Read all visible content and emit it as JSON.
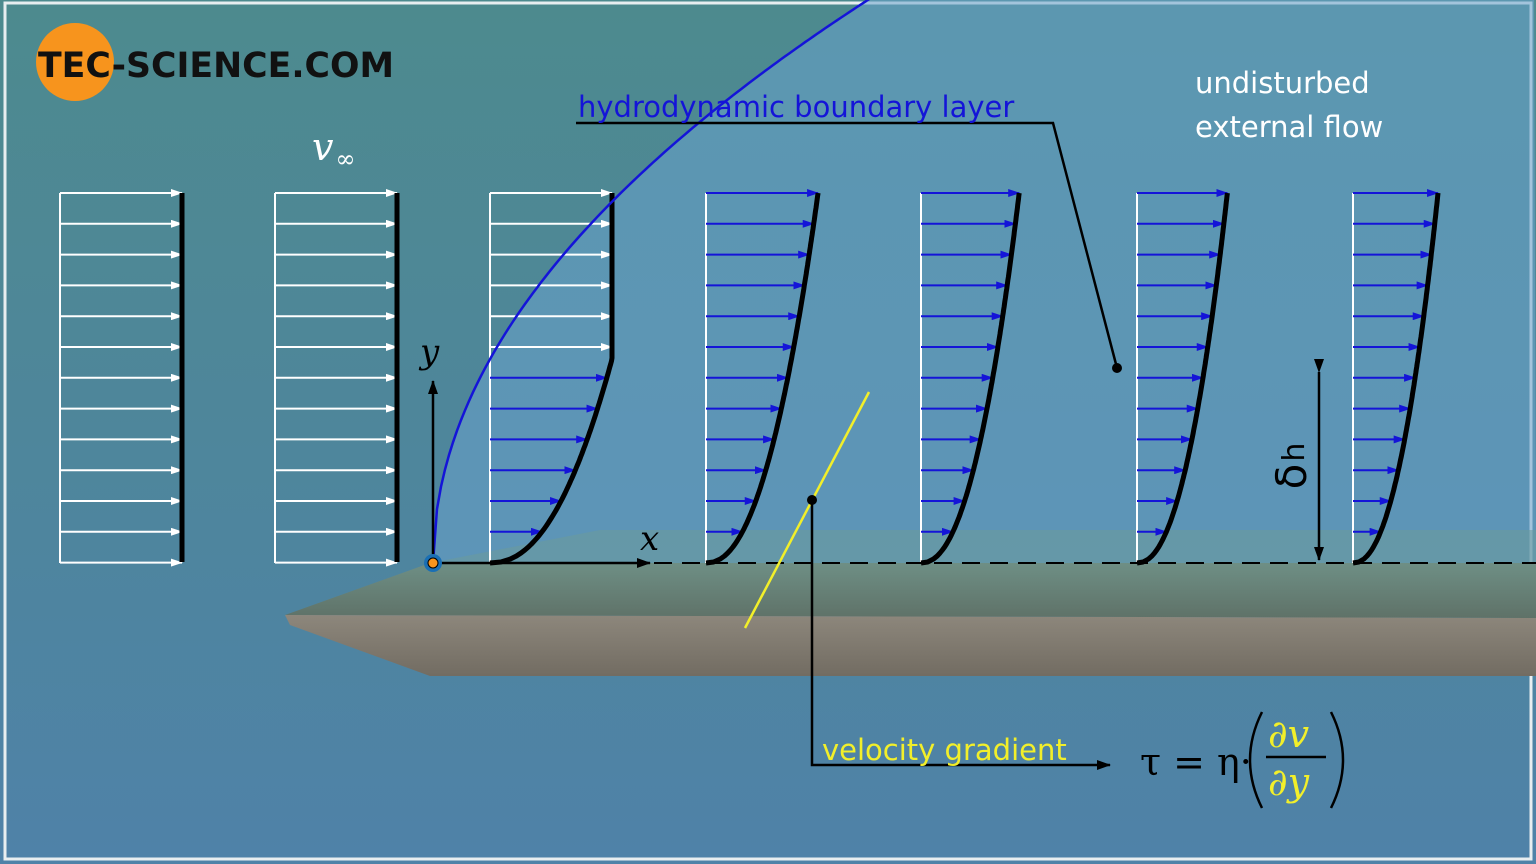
{
  "logo": {
    "text": "TEC-SCIENCE.COM",
    "ring_color": "#f7941d"
  },
  "labels": {
    "v_inf": "v",
    "v_inf_sub": "∞",
    "boundary_layer": "hydrodynamic boundary layer",
    "undisturbed_line1": "undisturbed",
    "undisturbed_line2": "external flow",
    "axis_y": "y",
    "axis_x": "x",
    "delta": "δ",
    "delta_sub": "h",
    "velocity_gradient": "velocity gradient",
    "formula_lhs": "τ = η·",
    "formula_num": "∂v",
    "formula_den": "∂y"
  },
  "colors": {
    "background_top": "#4d8a8e",
    "background_bottom": "#4f82a8",
    "boundary_layer": "#1414d8",
    "gradient": "#f2ef2a",
    "arrow_outside": "#ffffff",
    "arrow_inside": "#1414d8",
    "plate": "#7f7a6f"
  },
  "icons": [
    "origin-marker-icon",
    "y-axis-arrow-icon",
    "x-axis-arrow-icon"
  ]
}
